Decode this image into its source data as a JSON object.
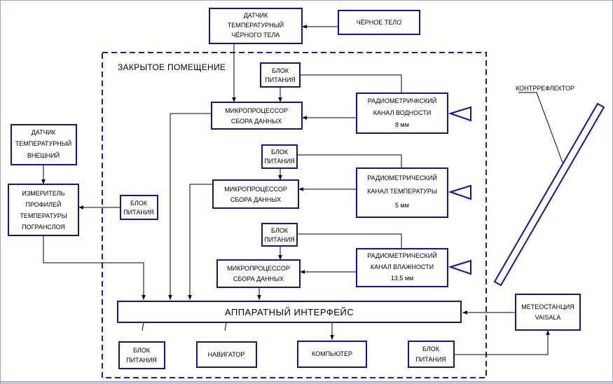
{
  "diagram": {
    "room_title": "ЗАКРЫТОЕ ПОМЕЩЕНИЕ",
    "reflector_label": "КОНТРРЕФЛЕКТОР",
    "nodes": {
      "bb_sensor": [
        "ДАТЧИК",
        "ТЕМПЕРАТУРНЫЙ",
        "ЧЁРНОГО ТЕЛА"
      ],
      "black_body": [
        "ЧЁРНОЕ ТЕЛО"
      ],
      "psu_1": [
        "БЛОК",
        "ПИТАНИЯ"
      ],
      "mcu_1": [
        "МИКРОПРОЦЕССОР",
        "СБОРА ДАННЫХ"
      ],
      "radiometer_water": [
        "РАДИОМЕТРИЧКСКИЙ",
        "КАНАЛ ВОДНОСТИ",
        "8 мм"
      ],
      "psu_2": [
        "БЛОК",
        "ПИТАНИЯ"
      ],
      "mcu_2": [
        "МИКРОПРОЦЕССОР",
        "СБОРА ДАННЫХ"
      ],
      "radiometer_temp": [
        "РАДИОМЕТРИЧЕСКИЙ",
        "КАНАЛ ТЕМПЕРАТУРЫ",
        "5 мм"
      ],
      "psu_3": [
        "БЛОК",
        "ПИТАНИЯ"
      ],
      "mcu_3": [
        "МИКРОПРОЦЕССОР",
        "СБОРА ДАННЫХ"
      ],
      "radiometer_humidity": [
        "РАДИОМЕТРИЧЕСКИЙ",
        "КАНАЛ ВЛАЖНОСТИ",
        "13,5 мм"
      ],
      "ext_sensor": [
        "ДАТЧИК",
        "ТЕМПЕРАТУРНЫЙ",
        "ВНЕШНИЙ"
      ],
      "profiler": [
        "ИЗМЕРИТЕЛЬ",
        "ПРОФИЛЕЙ",
        "ТЕМПЕРАТУРЫ",
        "ПОГРАНСЛОЯ"
      ],
      "psu_profiler": [
        "БЛОК",
        "ПИТАНИЯ"
      ],
      "hw_interface": [
        "АППАРАТНЫЙ ИНТЕРФЕЙС"
      ],
      "psu_bottom_left": [
        "БЛОК",
        "ПИТАНИЯ"
      ],
      "navigator": [
        "НАВИГАТОР"
      ],
      "computer": [
        "КОМПЬЮТЕР"
      ],
      "psu_bottom_right": [
        "БЛОК",
        "ПИТАНИЯ"
      ],
      "meteostation": [
        "МЕТЕОСТАНЦИЯ",
        "VAISALA"
      ]
    }
  }
}
